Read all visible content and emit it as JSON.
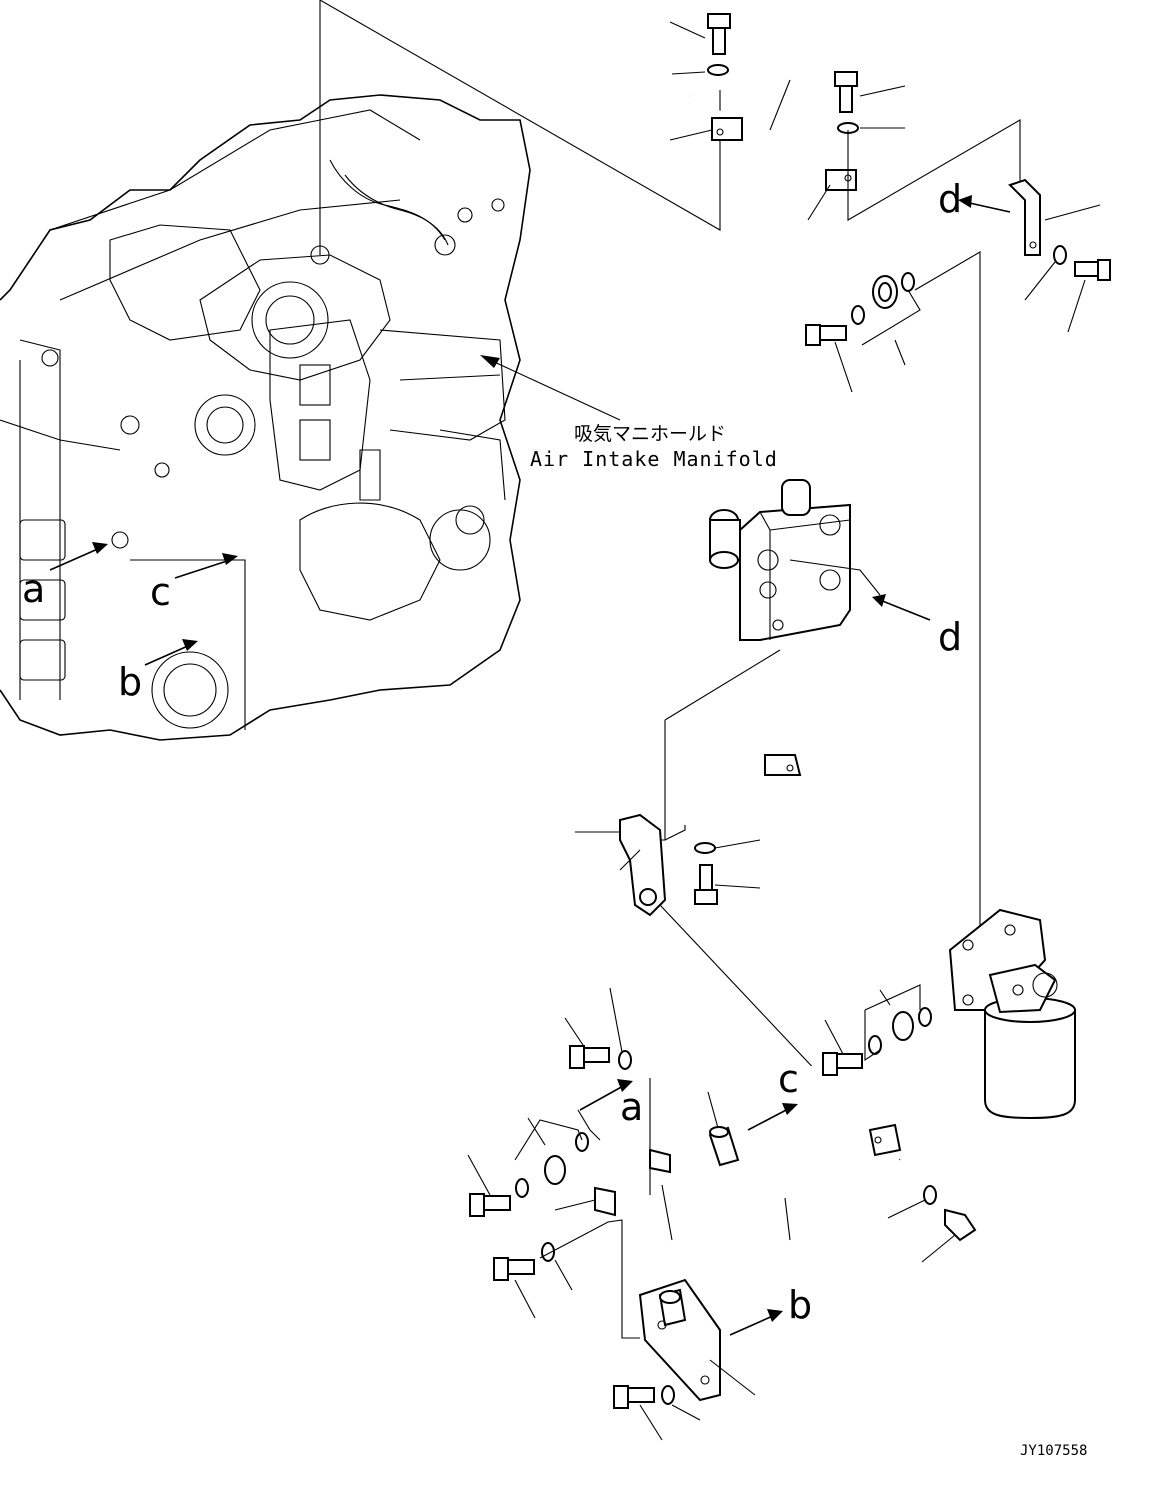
{
  "callout": {
    "manifold_jp": "吸気マニホールド",
    "manifold_en": "Air Intake Manifold"
  },
  "view_labels": {
    "a_engine": "a",
    "b_engine": "b",
    "c_engine": "c",
    "d_bracket": "d",
    "d_block": "d",
    "a_pipe": "a",
    "c_pipe": "c",
    "b_plate": "b"
  },
  "drawing_number": "JY107558"
}
